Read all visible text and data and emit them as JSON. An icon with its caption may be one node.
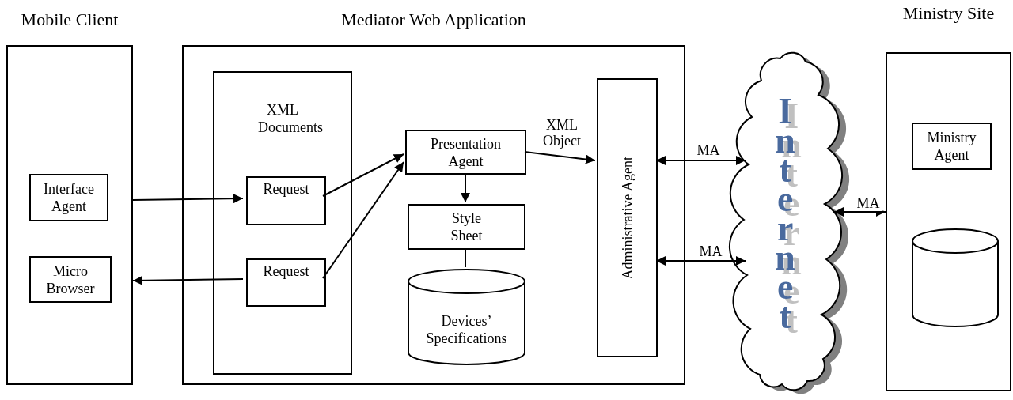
{
  "diagram": {
    "nodes": [
      {
        "text": [
          "Mobile Client"
        ]
      },
      {
        "text": [
          "Interface Agent"
        ],
        "in": 0
      },
      {
        "text": [
          "Micro Browser"
        ],
        "in": 0
      },
      {
        "text": [
          "Mediator Web Application"
        ]
      },
      {
        "text": [
          "XML Documents"
        ],
        "in": 3
      },
      {
        "text": [
          "Request"
        ],
        "in": 4
      },
      {
        "text": [
          "Request"
        ],
        "in": 4
      },
      {
        "text": [
          "Presentation Agent"
        ],
        "in": 3
      },
      {
        "text": [
          "Style Sheet"
        ],
        "in": 3
      },
      {
        "text": [
          "Devices’ Specifications"
        ],
        "in": 3
      },
      {
        "text": [
          "Administrative Agent"
        ],
        "in": 3
      },
      {
        "text": [
          "Internet"
        ]
      },
      {
        "text": [
          "Ministry Site"
        ]
      },
      {
        "text": [
          "Ministry Agent"
        ],
        "in": 12
      },
      {
        "text": [],
        "shape": "cylinder",
        "in": 12
      }
    ],
    "edges": [
      {
        "from": 0,
        "to": 5,
        "arrow": "to"
      },
      {
        "from": 6,
        "to": 0,
        "arrow": "to"
      },
      {
        "from": 5,
        "to": 7,
        "arrow": "to"
      },
      {
        "from": 6,
        "to": 7,
        "arrow": "to"
      },
      {
        "from": 7,
        "to": 8,
        "arrow": "to"
      },
      {
        "from": 8,
        "to": 9,
        "arrow": "none"
      },
      {
        "from": 7,
        "to": 10,
        "arrow": "to",
        "label": "XML Object"
      },
      {
        "from": 10,
        "to": 11,
        "arrow": "both",
        "label": "MA"
      },
      {
        "from": 10,
        "to": 11,
        "arrow": "both",
        "label": "MA"
      },
      {
        "from": 11,
        "to": 12,
        "arrow": "both",
        "label": "MA"
      }
    ]
  }
}
